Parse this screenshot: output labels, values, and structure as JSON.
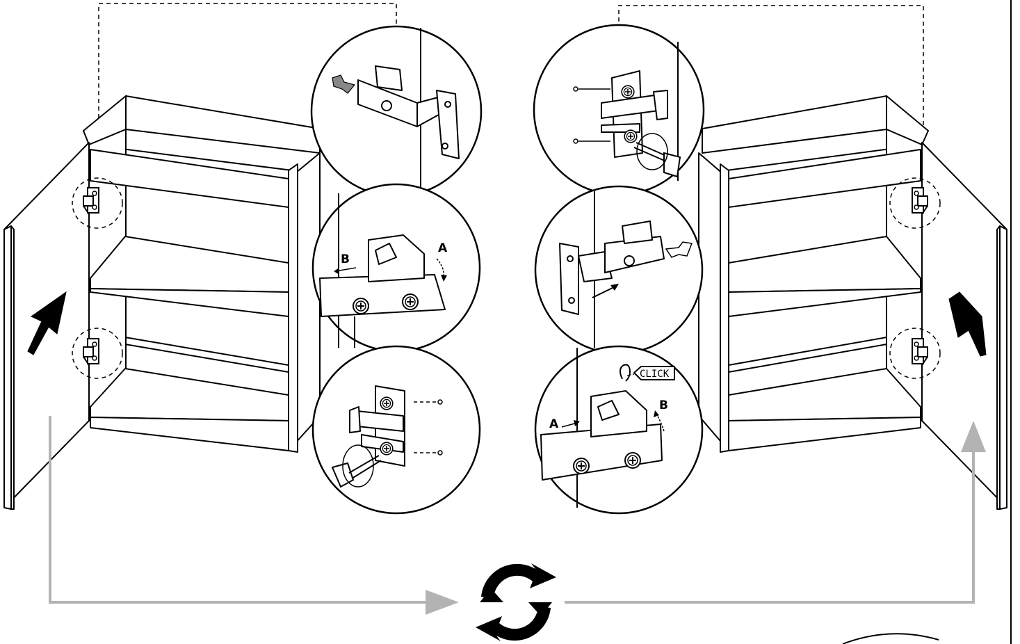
{
  "instruction": {
    "step_labels": {
      "left_detail_2_b": "B",
      "left_detail_2_a": "A",
      "right_detail_3_a": "A",
      "right_detail_3_b": "B"
    },
    "click_label": "CLICK",
    "icons": {
      "swap": "rotate-arrows-icon",
      "ear": "ear-icon",
      "screwdriver": "screwdriver-icon",
      "hinge": "hinge-icon"
    },
    "colors": {
      "line": "#000000",
      "flow_arrow": "#b3b3b3",
      "panel_fill": "#ffffff"
    }
  }
}
